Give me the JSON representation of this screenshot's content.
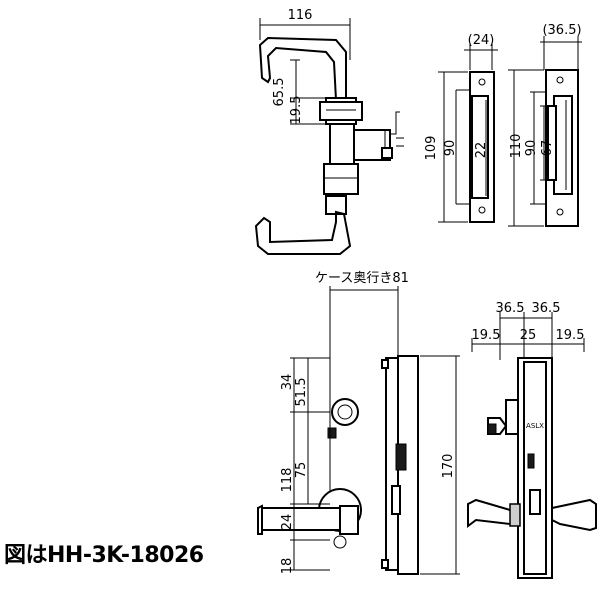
{
  "caption": "図はHH-3K-18026",
  "top_lever": {
    "width": "116",
    "height": "65.5",
    "offset": "19.5"
  },
  "face_plate_a": {
    "thickness": "(24)",
    "length": "109",
    "inner": "90",
    "width": "22"
  },
  "face_plate_b": {
    "thickness": "(36.5)",
    "length": "110",
    "inner": "90",
    "slot": "67"
  },
  "case_depth": "ケース奥行き81",
  "front_view": {
    "d34": "34",
    "d51_5": "51.5",
    "d118": "118",
    "d75": "75",
    "d24": "24",
    "d18": "18",
    "d170": "170"
  },
  "side_view": {
    "top_left": "36.5",
    "top_right": "36.5",
    "left": "19.5",
    "center": "25",
    "right": "19.5",
    "brand": "ASLX"
  }
}
